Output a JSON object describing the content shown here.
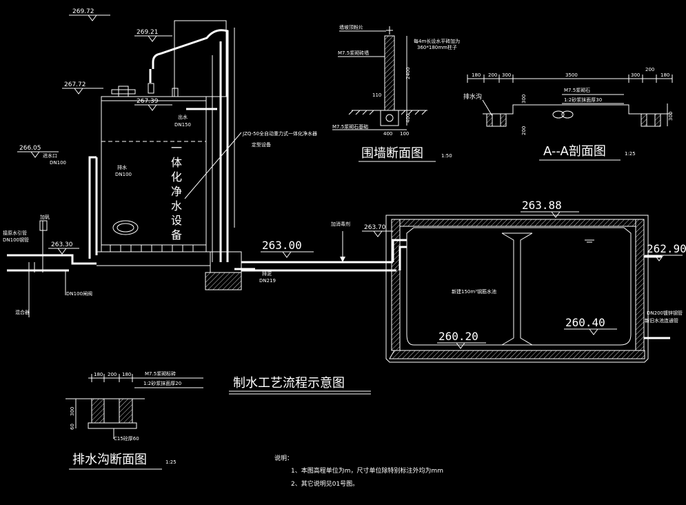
{
  "elevations": {
    "e26972": "269.72",
    "e26921": "269.21",
    "e26772": "267.72",
    "e26739": "267.39",
    "e26605": "266.05",
    "e26330": "263.30",
    "e26300": "263.00",
    "e26370": "263.70",
    "e26388": "263.88",
    "e26290": "262.90",
    "e26040": "260.40",
    "e26020": "260.20"
  },
  "left": {
    "inlet_label": "进水口",
    "inlet_dn": "DN100",
    "drain_label": "排水",
    "drain_dn": "DN100",
    "outlet_label": "出水",
    "outlet_dn": "DN150",
    "equipment_vertical": [
      "一",
      "体",
      "化",
      "净",
      "水",
      "设",
      "备"
    ],
    "equipment_spec": "JZQ-50全自动重力式一体化净水器",
    "equipment_spec2": "定型设备",
    "alum_label": "加矾",
    "raw_water_pipe": "接原水引管",
    "raw_water_dn": "DN100钢管",
    "mixer_label": "混合器",
    "valve_label": "DN100闸阀",
    "sewer_label": "排泥",
    "sewer_dn": "DN219"
  },
  "wall": {
    "title": "围墙断面图",
    "scale": "1:50",
    "label_top": "墙坡顶粉片",
    "label_mid": "M7.5浆砌砖墙",
    "label_right1": "每4m长设水平砖加为",
    "label_right2": "360*180mm柱子",
    "label_base": "M7.5浆砌石基础",
    "dim_2400": "2400",
    "dim_400": "400",
    "dim_110": "110",
    "dim_400b": "400",
    "dim_100": "100"
  },
  "aa": {
    "title": "A--A剖面图",
    "scale": "1:25",
    "dims_top": [
      "180",
      "200",
      "300",
      "3500",
      "300",
      "200",
      "180"
    ],
    "drain_ditch": "排水沟",
    "mat1": "M7.5浆砌石",
    "mat2": "1:2砂浆抹面厚30",
    "dim_300": "300",
    "dim_200": "200",
    "dim_right": "300"
  },
  "tank": {
    "disinfect_label": "加消毒剂",
    "tank_label": "新建150m³钢筋水池",
    "pipe_note1": "DN200镀锌钢管",
    "pipe_note2": "新旧水池连通管"
  },
  "ditch": {
    "title": "排水沟断面图",
    "scale": "1:25",
    "dims": [
      "180",
      "200",
      "180"
    ],
    "mat1": "M7.5浆砌标砖",
    "mat2": "1:2砂浆抹面厚20",
    "dim_300": "300",
    "dim_60": "60",
    "base": "C15砼厚60"
  },
  "main_title": "制水工艺流程示意图",
  "notes": {
    "heading": "说明：",
    "note1": "1、本图高程单位为m，尺寸单位除特别标注外均为mm",
    "note2": "2、其它说明见01号图。"
  },
  "colors": {
    "background": "#000000",
    "line": "#ffffff"
  }
}
